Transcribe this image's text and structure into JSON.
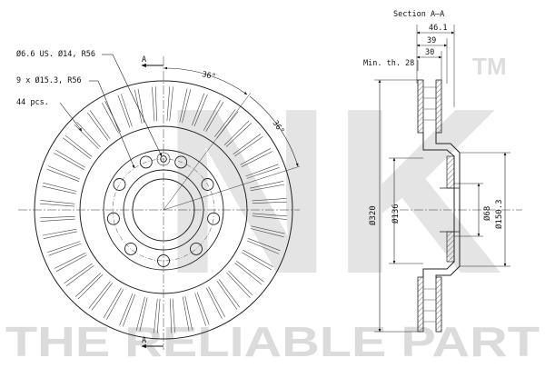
{
  "watermark": {
    "logo_text": "NK",
    "tm": "TM",
    "tagline": "THE RELIABLE PART"
  },
  "front_view": {
    "callouts": {
      "center_hole": "Ø6.6 US. Ø14, R56",
      "bolt_holes": "9 x Ø15.3, R56",
      "vanes": "44 pcs."
    },
    "angles": [
      "36°",
      "36°"
    ],
    "section_marker": "A",
    "bolt_hole_count": 9,
    "vane_count": 44
  },
  "section_view": {
    "title": "Section A–A",
    "min_thickness": "Min. th. 28",
    "widths": [
      "46.1",
      "39",
      "30"
    ],
    "diameters": [
      "Ø320",
      "Ø136",
      "Ø68",
      "Ø150.3"
    ]
  }
}
